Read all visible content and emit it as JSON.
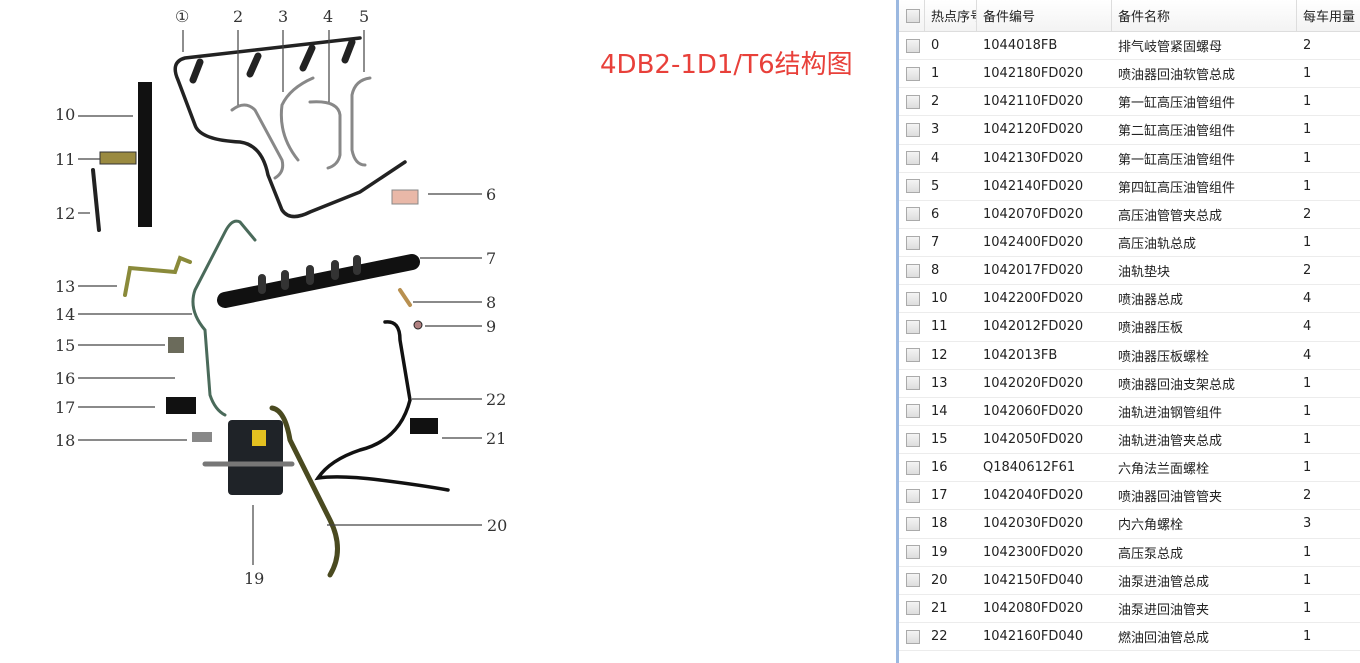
{
  "title": "4DB2-1D1/T6结构图",
  "diagram": {
    "callouts": [
      "①",
      "2",
      "3",
      "4",
      "5",
      "6",
      "7",
      "8",
      "9",
      "10",
      "11",
      "12",
      "13",
      "14",
      "15",
      "16",
      "17",
      "18",
      "19",
      "20",
      "21",
      "22"
    ]
  },
  "table": {
    "headers": {
      "hot_no": "热点序号",
      "code": "备件编号",
      "name": "备件名称",
      "qty": "每车用量"
    },
    "rows": [
      {
        "no": "0",
        "code": "1044018FB",
        "name": "排气岐管紧固螺母",
        "qty": "2"
      },
      {
        "no": "1",
        "code": "1042180FD020",
        "name": "喷油器回油软管总成",
        "qty": "1"
      },
      {
        "no": "2",
        "code": "1042110FD020",
        "name": "第一缸高压油管组件",
        "qty": "1"
      },
      {
        "no": "3",
        "code": "1042120FD020",
        "name": "第二缸高压油管组件",
        "qty": "1"
      },
      {
        "no": "4",
        "code": "1042130FD020",
        "name": "第一缸高压油管组件",
        "qty": "1"
      },
      {
        "no": "5",
        "code": "1042140FD020",
        "name": "第四缸高压油管组件",
        "qty": "1"
      },
      {
        "no": "6",
        "code": "1042070FD020",
        "name": "高压油管管夹总成",
        "qty": "2"
      },
      {
        "no": "7",
        "code": "1042400FD020",
        "name": "高压油轨总成",
        "qty": "1"
      },
      {
        "no": "8",
        "code": "1042017FD020",
        "name": "油轨垫块",
        "qty": "2"
      },
      {
        "no": "10",
        "code": "1042200FD020",
        "name": "喷油器总成",
        "qty": "4"
      },
      {
        "no": "11",
        "code": "1042012FD020",
        "name": "喷油器压板",
        "qty": "4"
      },
      {
        "no": "12",
        "code": "1042013FB",
        "name": "喷油器压板螺栓",
        "qty": "4"
      },
      {
        "no": "13",
        "code": "1042020FD020",
        "name": "喷油器回油支架总成",
        "qty": "1"
      },
      {
        "no": "14",
        "code": "1042060FD020",
        "name": "油轨进油钢管组件",
        "qty": "1"
      },
      {
        "no": "15",
        "code": "1042050FD020",
        "name": "油轨进油管夹总成",
        "qty": "1"
      },
      {
        "no": "16",
        "code": "Q1840612F61",
        "name": "六角法兰面螺栓",
        "qty": "1"
      },
      {
        "no": "17",
        "code": "1042040FD020",
        "name": "喷油器回油管管夹",
        "qty": "2"
      },
      {
        "no": "18",
        "code": "1042030FD020",
        "name": "内六角螺栓",
        "qty": "3"
      },
      {
        "no": "19",
        "code": "1042300FD020",
        "name": "高压泵总成",
        "qty": "1"
      },
      {
        "no": "20",
        "code": "1042150FD040",
        "name": "油泵进油管总成",
        "qty": "1"
      },
      {
        "no": "21",
        "code": "1042080FD020",
        "name": "油泵进回油管夹",
        "qty": "1"
      },
      {
        "no": "22",
        "code": "1042160FD040",
        "name": "燃油回油管总成",
        "qty": "1"
      }
    ]
  }
}
